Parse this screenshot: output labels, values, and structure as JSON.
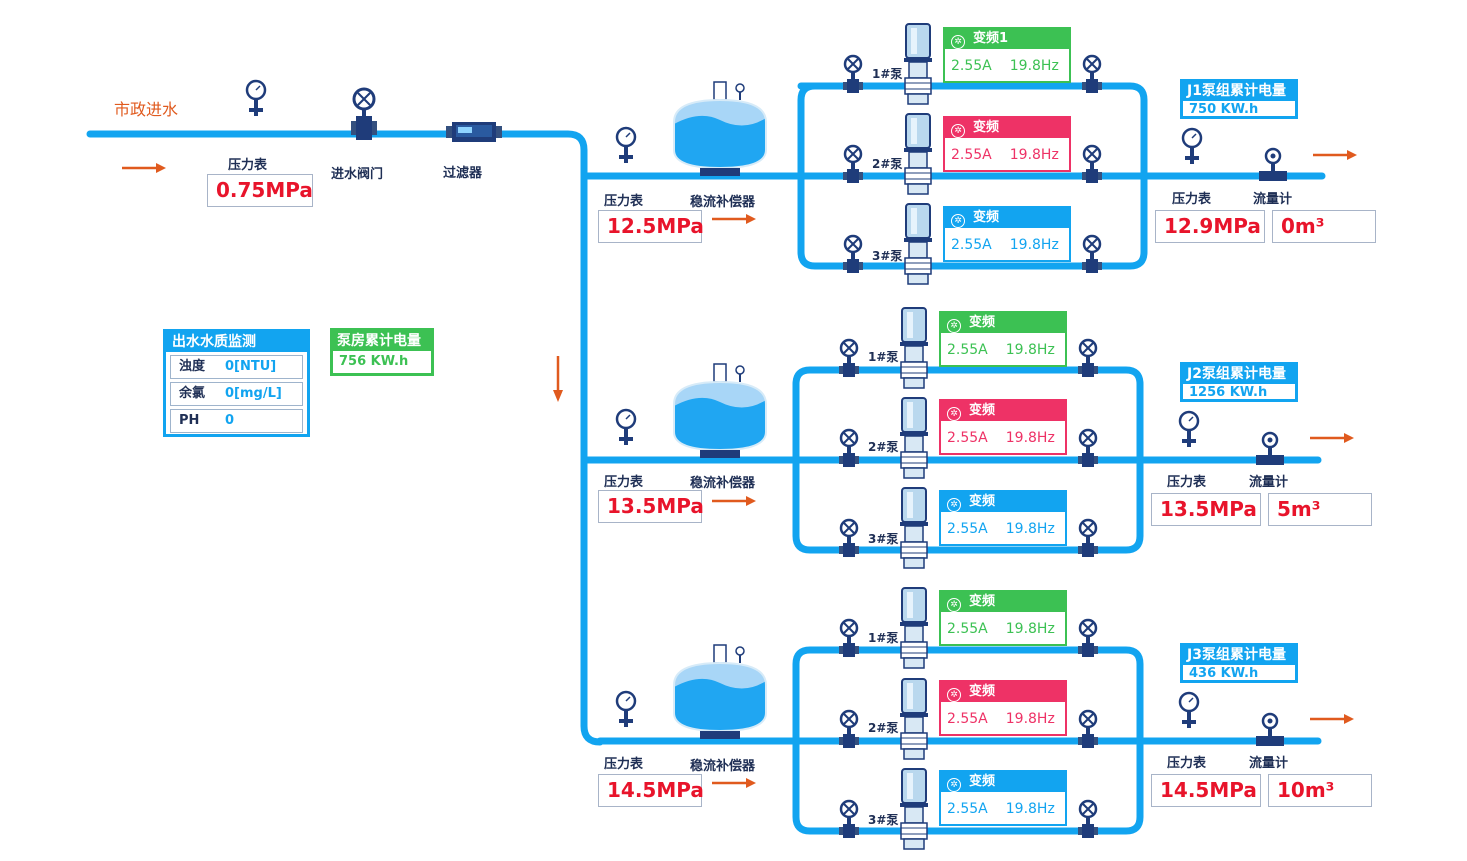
{
  "inlet": {
    "label": "市政进水"
  },
  "main": {
    "pressure_label": "压力表",
    "pressure_value": "0.75MPa",
    "valve_label": "进水阀门",
    "filter_label": "过滤器"
  },
  "water_quality": {
    "title": "出水水质监测",
    "rows": [
      {
        "key": "浊度",
        "value": "0[NTU]"
      },
      {
        "key": "余氯",
        "value": "0[mg/L]"
      },
      {
        "key": "PH",
        "value": "0"
      }
    ]
  },
  "pump_room": {
    "title": "泵房累计电量",
    "value": "756 KW.h"
  },
  "groups": [
    {
      "inlet_pressure_label": "压力表",
      "inlet_pressure": "12.5MPa",
      "stabilizer_label": "稳流补偿器",
      "energy_title": "J1泵组累计电量",
      "energy_value": "750 KW.h",
      "out_pressure_label": "压力表",
      "out_pressure": "12.9MPa",
      "flow_label": "流量计",
      "flow_value": "0m³",
      "pumps": [
        {
          "label": "1#泵",
          "mode": "变频1",
          "current": "2.55A",
          "freq": "19.8Hz",
          "color": "#3cc153"
        },
        {
          "label": "2#泵",
          "mode": "变频",
          "current": "2.55A",
          "freq": "19.8Hz",
          "color": "#ee3266"
        },
        {
          "label": "3#泵",
          "mode": "变频",
          "current": "2.55A",
          "freq": "19.8Hz",
          "color": "#12a4f0"
        }
      ]
    },
    {
      "inlet_pressure_label": "压力表",
      "inlet_pressure": "13.5MPa",
      "stabilizer_label": "稳流补偿器",
      "energy_title": "J2泵组累计电量",
      "energy_value": "1256 KW.h",
      "out_pressure_label": "压力表",
      "out_pressure": "13.5MPa",
      "flow_label": "流量计",
      "flow_value": "5m³",
      "pumps": [
        {
          "label": "1#泵",
          "mode": "变频",
          "current": "2.55A",
          "freq": "19.8Hz",
          "color": "#3cc153"
        },
        {
          "label": "2#泵",
          "mode": "变频",
          "current": "2.55A",
          "freq": "19.8Hz",
          "color": "#ee3266"
        },
        {
          "label": "3#泵",
          "mode": "变频",
          "current": "2.55A",
          "freq": "19.8Hz",
          "color": "#12a4f0"
        }
      ]
    },
    {
      "inlet_pressure_label": "压力表",
      "inlet_pressure": "14.5MPa",
      "stabilizer_label": "稳流补偿器",
      "energy_title": "J3泵组累计电量",
      "energy_value": "436 KW.h",
      "out_pressure_label": "压力表",
      "out_pressure": "14.5MPa",
      "flow_label": "流量计",
      "flow_value": "10m³",
      "pumps": [
        {
          "label": "1#泵",
          "mode": "变频",
          "current": "2.55A",
          "freq": "19.8Hz",
          "color": "#3cc153"
        },
        {
          "label": "2#泵",
          "mode": "变频",
          "current": "2.55A",
          "freq": "19.8Hz",
          "color": "#ee3266"
        },
        {
          "label": "3#泵",
          "mode": "变频",
          "current": "2.55A",
          "freq": "19.8Hz",
          "color": "#12a4f0"
        }
      ]
    }
  ],
  "colors": {
    "pipe": "#12a4f0",
    "arrow": "#e05a1e",
    "value_red": "#e8142b",
    "dark": "#1f2f55"
  }
}
